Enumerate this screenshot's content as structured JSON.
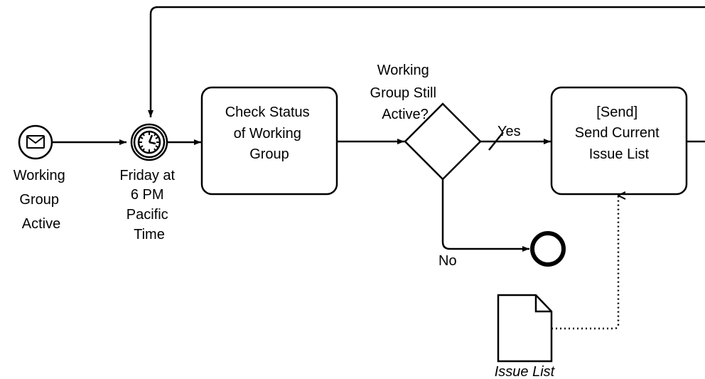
{
  "start_event": {
    "label_lines": [
      "Working",
      "Group",
      "Active"
    ],
    "icon": "envelope-icon"
  },
  "timer_event": {
    "label_lines": [
      "Friday at",
      "6 PM",
      "Pacific",
      "Time"
    ],
    "icon": "clock-icon"
  },
  "task_check": {
    "label_lines": [
      "Check Status",
      "of Working",
      "Group"
    ]
  },
  "gateway": {
    "label_lines": [
      "Working",
      "Group Still",
      "Active?"
    ]
  },
  "flow_yes": {
    "label": "Yes"
  },
  "flow_no": {
    "label": "No"
  },
  "task_send": {
    "label_lines": [
      "[Send]",
      "Send Current",
      "Issue List"
    ]
  },
  "data_object": {
    "label": "Issue List",
    "icon": "document-icon"
  },
  "end_event": {
    "icon": "end-circle-icon"
  }
}
